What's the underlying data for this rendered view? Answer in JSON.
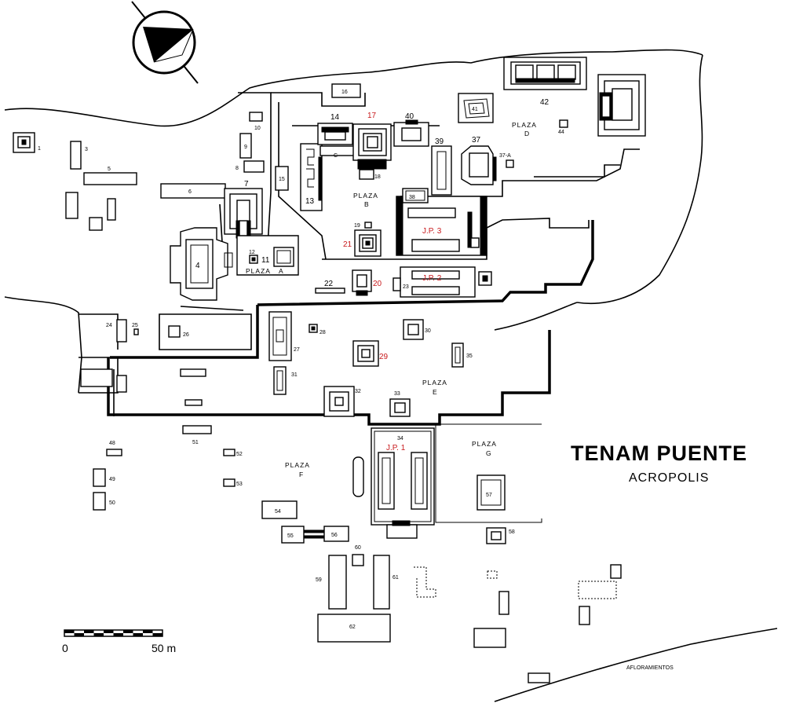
{
  "title": "TENAM PUENTE",
  "subtitle": "ACROPOLIS",
  "scale": {
    "start": "0",
    "end": "50 m"
  },
  "outcrop_label": "AFLORAMIENTOS",
  "plazas": {
    "a": {
      "line1": "PLAZA",
      "line2": "A"
    },
    "b": {
      "line1": "PLAZA",
      "line2": "B"
    },
    "d": {
      "line1": "PLAZA",
      "line2": "D"
    },
    "e": {
      "line1": "PLAZA",
      "line2": "E"
    },
    "f": {
      "line1": "PLAZA",
      "line2": "F"
    },
    "g": {
      "line1": "PLAZA",
      "line2": "G"
    }
  },
  "structures": {
    "s1": "1",
    "s3": "3",
    "s4": "4",
    "s5": "5",
    "s6": "6",
    "s7": "7",
    "s8": "8",
    "s9": "9",
    "s10": "10",
    "s11": "11",
    "s12": "12",
    "s13": "13",
    "s14": "14",
    "s15": "15",
    "s16": "16",
    "s17": "17",
    "s18": "18",
    "s19": "19",
    "s20": "20",
    "s21": "21",
    "s22": "22",
    "s23": "23",
    "s24": "24",
    "s25": "25",
    "s26": "26",
    "s27": "27",
    "s28": "28",
    "s29": "29",
    "s30": "30",
    "s31": "31",
    "s32": "32",
    "s33": "33",
    "s34": "34",
    "s35": "35",
    "s37": "37",
    "s37a": "37-A",
    "s38": "38",
    "s39": "39",
    "s40": "40",
    "s41": "41",
    "s42": "42",
    "s44": "44",
    "s48": "48",
    "s49": "49",
    "s50": "50",
    "s51": "51",
    "s52": "52",
    "s53": "53",
    "s54": "54",
    "s55": "55",
    "s56": "56",
    "s57": "57",
    "s58": "58",
    "s59": "59",
    "s60": "60",
    "s61": "61",
    "s62": "62",
    "c": "C"
  },
  "ball_courts": {
    "jp1": "J.P. 1",
    "jp2": "J.P. 2",
    "jp3": "J.P. 3"
  },
  "highlight_color": "#c8191c",
  "icons": {
    "north": "north-arrow-icon"
  }
}
